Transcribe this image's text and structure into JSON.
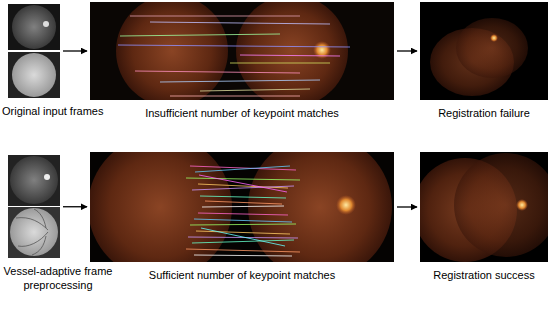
{
  "diagram": {
    "nodes": [
      {
        "text": [
          "Original input frames"
        ]
      },
      {
        "text": [
          "Insufficient number of keypoint matches"
        ]
      },
      {
        "text": [
          "Registration failure"
        ]
      },
      {
        "text": [
          "Vessel-adaptive frame preprocessing"
        ]
      },
      {
        "text": [
          "Sufficient number of keypoint matches"
        ]
      },
      {
        "text": [
          "Registration success"
        ]
      }
    ],
    "edges": [
      {
        "from": 0,
        "to": 1,
        "arrow": "to"
      },
      {
        "from": 1,
        "to": 2,
        "arrow": "to"
      },
      {
        "from": 3,
        "to": 4,
        "arrow": "to"
      },
      {
        "from": 4,
        "to": 5,
        "arrow": "to"
      }
    ]
  }
}
